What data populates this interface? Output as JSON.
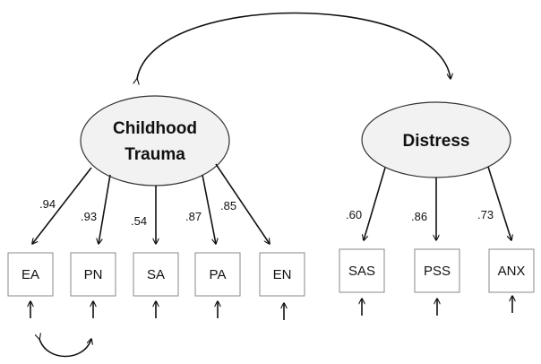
{
  "latents": {
    "childhood_trauma": {
      "line1": "Childhood",
      "line2": "Trauma"
    },
    "distress": {
      "label": "Distress"
    }
  },
  "indicators": {
    "ea": "EA",
    "pn": "PN",
    "sa": "SA",
    "pa": "PA",
    "en": "EN",
    "sas": "SAS",
    "pss": "PSS",
    "anx": "ANX"
  },
  "loadings": {
    "ea": ".94",
    "pn": ".93",
    "sa": ".54",
    "pa": ".87",
    "en": ".85",
    "sas": ".60",
    "pss": ".86",
    "anx": ".73"
  }
}
